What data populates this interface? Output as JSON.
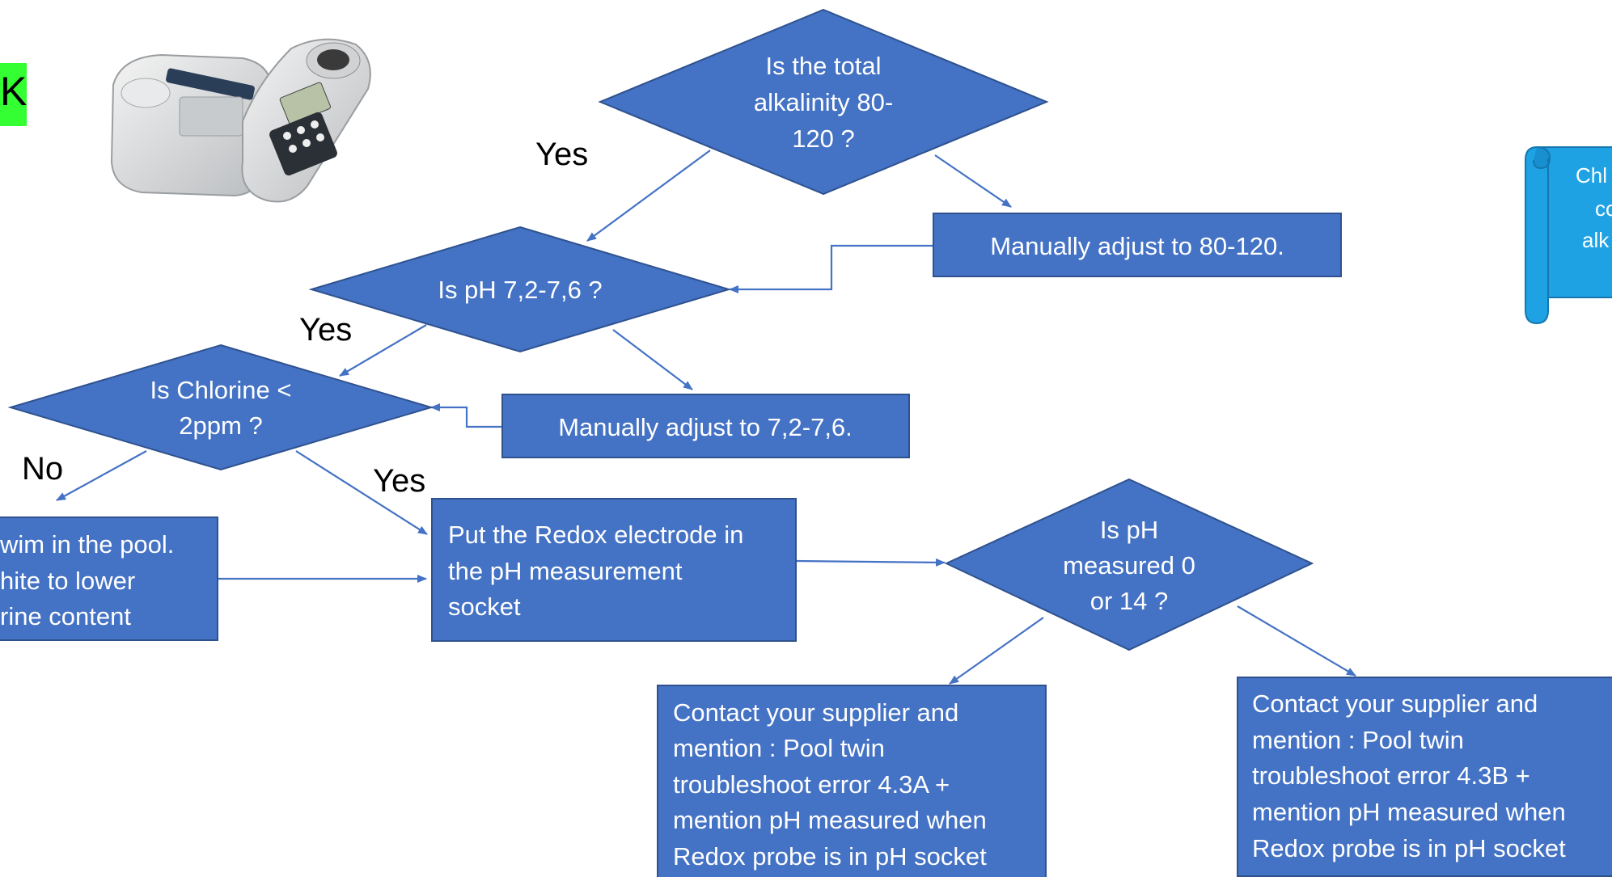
{
  "header_tag": "K",
  "colors": {
    "shape_fill": "#4472C4",
    "shape_stroke": "#2F528F",
    "tag_green": "#33ff33"
  },
  "decisions": {
    "alkalinity": [
      "Is the total",
      "alkalinity 80-",
      "120 ?"
    ],
    "ph": [
      "Is pH 7,2-7,6 ?"
    ],
    "chlorine": [
      "Is Chlorine <",
      "2ppm ?"
    ],
    "ph_measured": [
      "Is pH",
      "measured 0",
      "or 14 ?"
    ]
  },
  "boxes": {
    "adjust_alkalinity": [
      "Manually adjust to 80-120."
    ],
    "adjust_ph": [
      "Manually adjust to 7,2-7,6."
    ],
    "swim": [
      "wim in the pool.",
      "hite to lower",
      "rine content"
    ],
    "redox": [
      "Put the Redox electrode in",
      "the pH measurement",
      "socket"
    ],
    "contact_a": [
      "Contact your supplier and",
      "mention : Pool twin",
      "troubleshoot error 4.3A +",
      "mention pH measured when",
      "Redox probe is in pH socket"
    ],
    "contact_b": [
      "Contact your supplier and",
      "mention : Pool twin",
      "troubleshoot error 4.3B +",
      "mention pH measured when",
      "Redox probe is in pH socket"
    ]
  },
  "edge_labels": {
    "yes_1": "Yes",
    "yes_2": "Yes",
    "yes_3": "Yes",
    "no_1": "No"
  },
  "scroll_note": [
    "Chl",
    "co",
    "alk"
  ]
}
